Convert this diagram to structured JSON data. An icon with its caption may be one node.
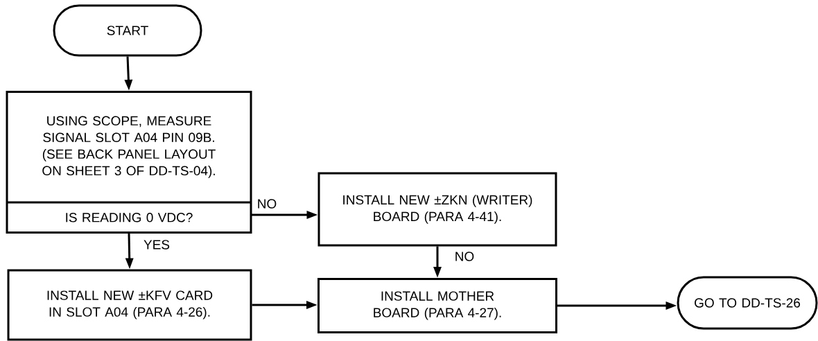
{
  "diagram": {
    "nodes": [
      {
        "text": [
          "START"
        ]
      },
      {
        "text": [
          "USING SCOPE, MEASURE SIGNAL SLOT A04 PIN 09B. (SEE BACK PANEL LAYOUT ON SHEET 3 OF DD-TS-04).",
          "IS READING 0 VDC?"
        ]
      },
      {
        "text": [
          "INSTALL NEW ±ZKN (WRITER) BOARD (PARA 4-41)."
        ]
      },
      {
        "text": [
          "INSTALL NEW ±KFV CARD IN SLOT A04 (PARA 4-26)."
        ]
      },
      {
        "text": [
          "INSTALL MOTHER BOARD (PARA 4-27)."
        ]
      },
      {
        "text": [
          "GO TO DD-TS-26"
        ]
      }
    ],
    "edges": [
      {
        "from": 0,
        "to": 1,
        "arrow": "to"
      },
      {
        "from": 1,
        "to": 2,
        "arrow": "to",
        "label": "NO"
      },
      {
        "from": 1,
        "to": 3,
        "arrow": "to",
        "label": "YES"
      },
      {
        "from": 2,
        "to": 4,
        "arrow": "to",
        "label": "NO"
      },
      {
        "from": 3,
        "to": 4,
        "arrow": "to"
      },
      {
        "from": 4,
        "to": 5,
        "arrow": "to"
      }
    ]
  }
}
